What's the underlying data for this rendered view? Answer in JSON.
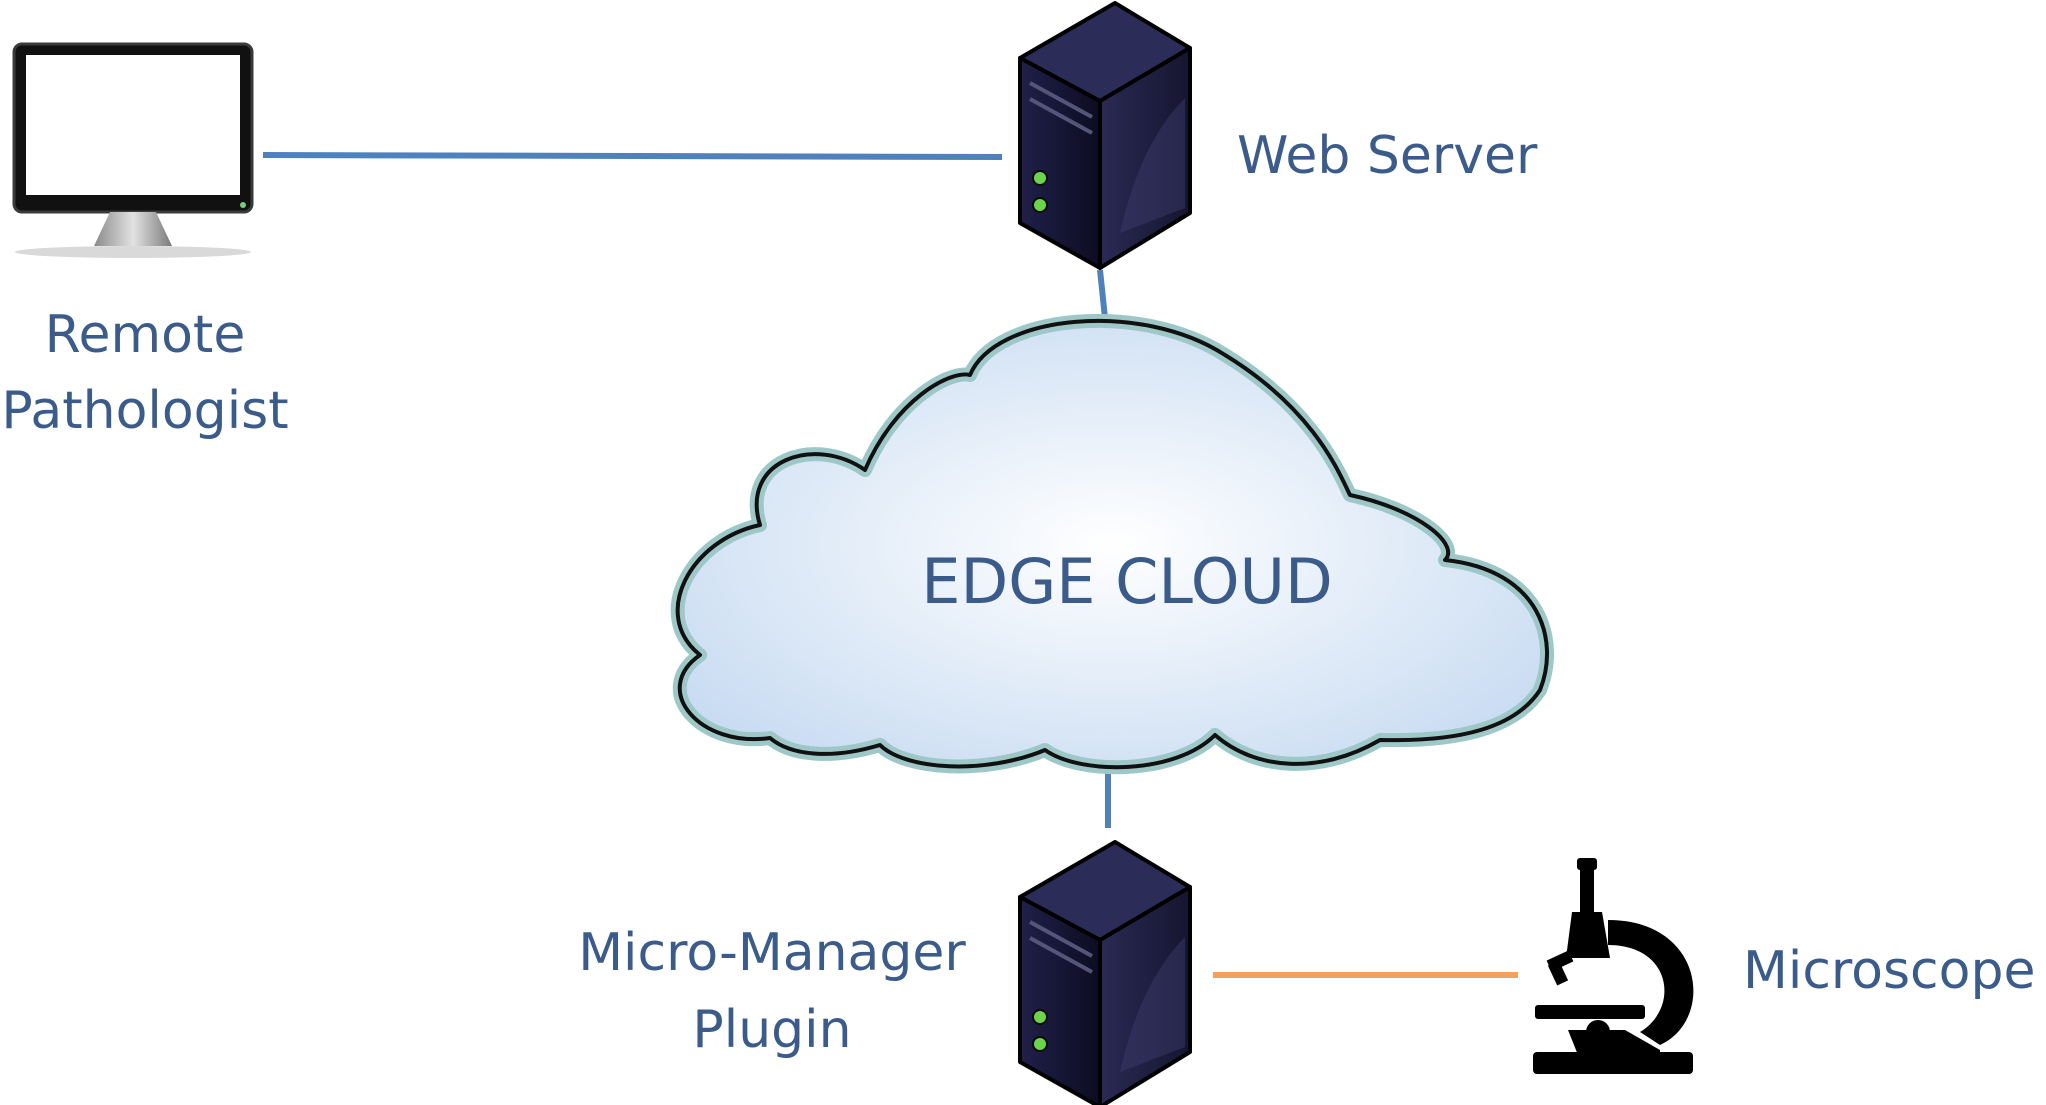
{
  "labels": {
    "web_server": "Web Server",
    "remote_line1": "Remote",
    "remote_line2": "Pathologist",
    "cloud": "EDGE CLOUD",
    "plugin_line1": "Micro-Manager",
    "plugin_line2": "Plugin",
    "microscope": "Microscope"
  },
  "colors": {
    "label_text": "#3b5b8a",
    "network_link": "#4f81bd",
    "usb_link": "#f4a15d",
    "server_body": "#1a1a3a",
    "led": "#6cd44a"
  }
}
